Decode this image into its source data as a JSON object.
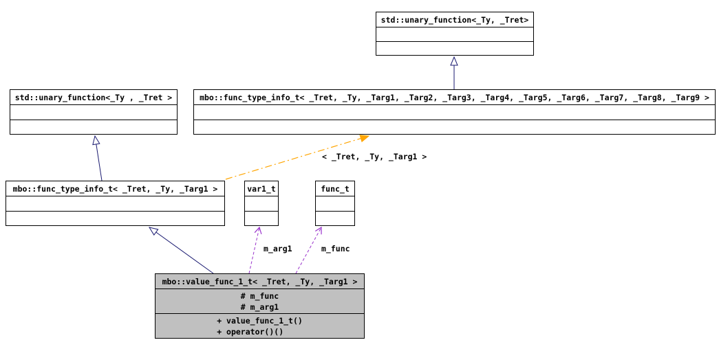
{
  "diagram": {
    "kind": "uml-class-collaboration-diagram",
    "colors": {
      "inheritance_edge": "#191970",
      "usage_edge": "#9932cc",
      "template_edge": "#ffa500",
      "class_border": "#000000",
      "class_fill": "#ffffff",
      "focus_class_fill": "#c0c0c0"
    },
    "classes": [
      {
        "name": "std_unary_function",
        "title": "std::unary_function<_Ty, _Tret>",
        "attributes": [],
        "methods": []
      },
      {
        "name": "std_unary_function_1",
        "title": "std::unary_function<_Ty , _Tret >",
        "attributes": [],
        "methods": []
      },
      {
        "name": "func_type_info_full",
        "title": "mbo::func_type_info_t< _Tret, _Ty, _Targ1, _Targ2, _Targ3, _Targ4, _Targ5, _Targ6, _Targ7, _Targ8, _Targ9 >",
        "attributes": [],
        "methods": []
      },
      {
        "name": "func_type_info_targ1",
        "title": "mbo::func_type_info_t< _Tret, _Ty, _Targ1 >",
        "attributes": [],
        "methods": []
      },
      {
        "name": "var1_t",
        "title": "var1_t",
        "attributes": [],
        "methods": []
      },
      {
        "name": "func_t",
        "title": "func_t",
        "attributes": [],
        "methods": []
      },
      {
        "name": "value_func_1_t",
        "title": "mbo::value_func_1_t< _Tret, _Ty, _Targ1 >",
        "attributes": [
          "# m_func",
          "# m_arg1"
        ],
        "methods": [
          "+ value_func_1_t()",
          "+ operator()()"
        ]
      }
    ],
    "edges": [
      {
        "type": "inheritance",
        "from": "func_type_info_full",
        "to": "std_unary_function",
        "label": ""
      },
      {
        "type": "inheritance",
        "from": "func_type_info_targ1",
        "to": "std_unary_function_1",
        "label": ""
      },
      {
        "type": "inheritance",
        "from": "value_func_1_t",
        "to": "func_type_info_targ1",
        "label": ""
      },
      {
        "type": "usage",
        "from": "value_func_1_t",
        "to": "var1_t",
        "label": "m_arg1"
      },
      {
        "type": "usage",
        "from": "value_func_1_t",
        "to": "func_t",
        "label": "m_func"
      },
      {
        "type": "template-instance",
        "from": "func_type_info_targ1",
        "to": "func_type_info_full",
        "label": "< _Tret, _Ty, _Targ1 >"
      }
    ]
  }
}
